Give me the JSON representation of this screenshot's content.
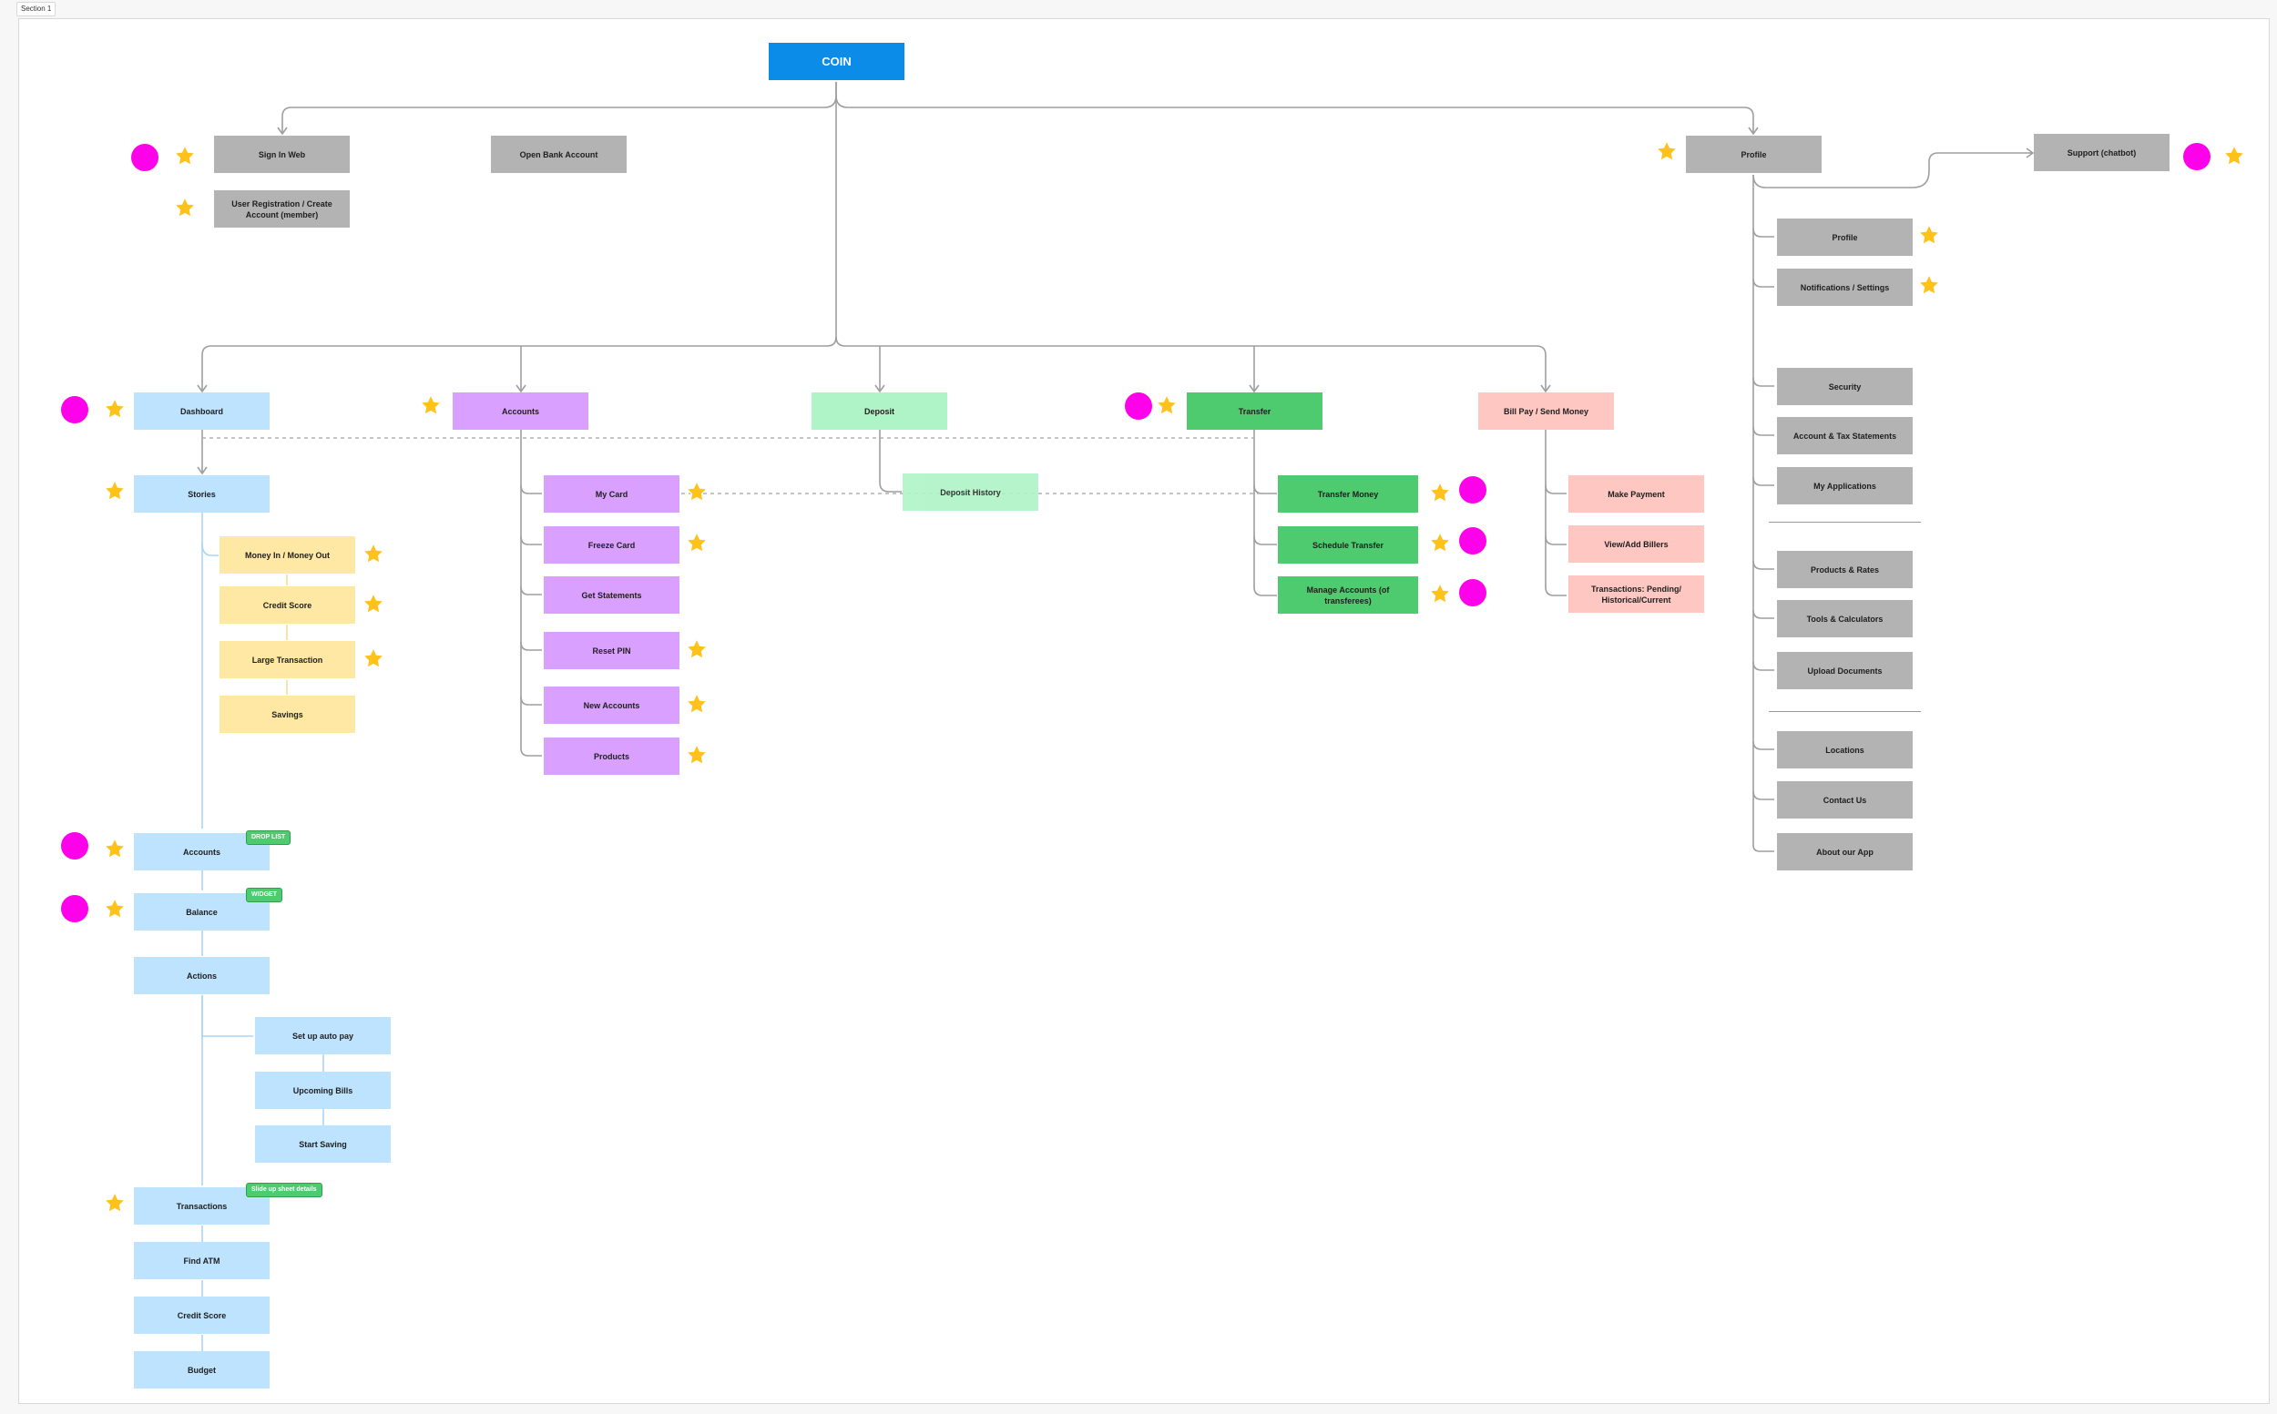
{
  "section_label": "Section 1",
  "root": "COIN",
  "top_level": {
    "sign_in": "Sign In Web",
    "registration": "User Registration / Create Account (member)",
    "open_bank": "Open Bank Account",
    "profile": "Profile",
    "support": "Support (chatbot)"
  },
  "main_nav": {
    "dashboard": "Dashboard",
    "accounts": "Accounts",
    "deposit": "Deposit",
    "transfer": "Transfer",
    "billpay": "Bill Pay / Send Money"
  },
  "dashboard": {
    "stories": "Stories",
    "story_items": [
      "Money In / Money Out",
      "Credit Score",
      "Large Transaction",
      "Savings"
    ],
    "accounts": "Accounts",
    "balance": "Balance",
    "actions": "Actions",
    "action_items": [
      "Set up auto pay",
      "Upcoming Bills",
      "Start Saving"
    ],
    "transactions": "Transactions",
    "find_atm": "Find ATM",
    "credit_score": "Credit Score",
    "budget": "Budget",
    "tags": {
      "accounts": "DROP LIST",
      "balance": "WIDGET",
      "transactions": "Slide up sheet details"
    }
  },
  "accounts_items": [
    "My Card",
    "Freeze Card",
    "Get Statements",
    "Reset PIN",
    "New Accounts",
    "Products"
  ],
  "deposit_items": [
    "Deposit History"
  ],
  "transfer_items": [
    "Transfer Money",
    "Schedule Transfer",
    "Manage Accounts (of transferees)"
  ],
  "billpay_items": [
    "Make Payment",
    "View/Add Billers",
    "Transactions: Pending/ Historical/Current"
  ],
  "profile_items": {
    "group1": [
      "Profile",
      "Notifications / Settings"
    ],
    "group2": [
      "Security",
      "Account & Tax Statements",
      "My Applications"
    ],
    "group3": [
      "Products & Rates",
      "Tools & Calculators",
      "Upload Documents"
    ],
    "group4": [
      "Locations",
      "Contact Us",
      "About our App"
    ]
  },
  "colors": {
    "root": "#0c8ce9",
    "gray": "#b3b3b3",
    "blue": "#bde3ff",
    "purple": "#d9a0ff",
    "mint": "#aff4c6",
    "green": "#4fcb6f",
    "pink": "#ffc7c2",
    "yellow": "#ffe8a3",
    "star": "#ffc21a",
    "dot": "#ff00ea"
  },
  "icons": {
    "star": "star-icon",
    "dot": "magenta-dot-icon"
  }
}
